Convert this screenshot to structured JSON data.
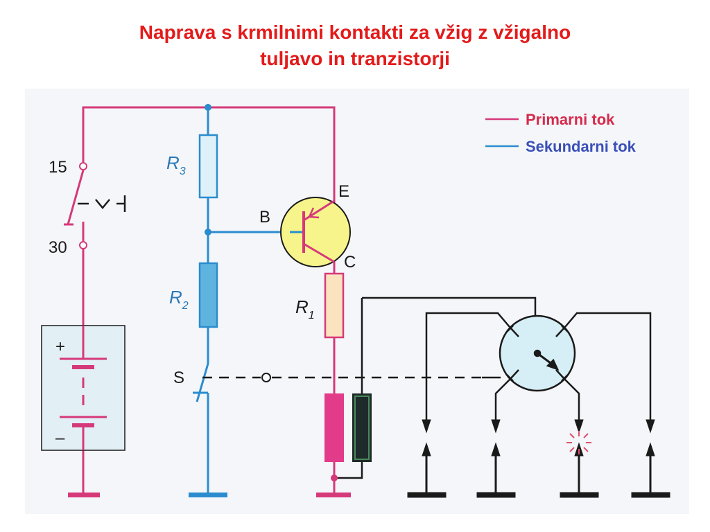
{
  "title": {
    "line1": "Naprava s krmilnimi kontakti za vžig z vžigalno",
    "line2": "tuljavo in tranzistorji"
  },
  "legend": {
    "primary": "Primarni tok",
    "secondary": "Sekundarni tok"
  },
  "labels": {
    "terminal_15": "15",
    "terminal_30": "30",
    "r3_letter": "R",
    "r3_sub": "3",
    "r2_letter": "R",
    "r2_sub": "2",
    "r1_letter": "R",
    "r1_sub": "1",
    "base": "B",
    "emitter": "E",
    "collector": "C",
    "switch": "S",
    "plus": "+",
    "minus": "–"
  },
  "colors": {
    "primary": "#d6397a",
    "secondary": "#2a8ccf",
    "title": "#e31a1a",
    "transistor_fill": "#f6f48a",
    "distributor_fill": "#d6eef5",
    "background": "#f4f6f9"
  }
}
